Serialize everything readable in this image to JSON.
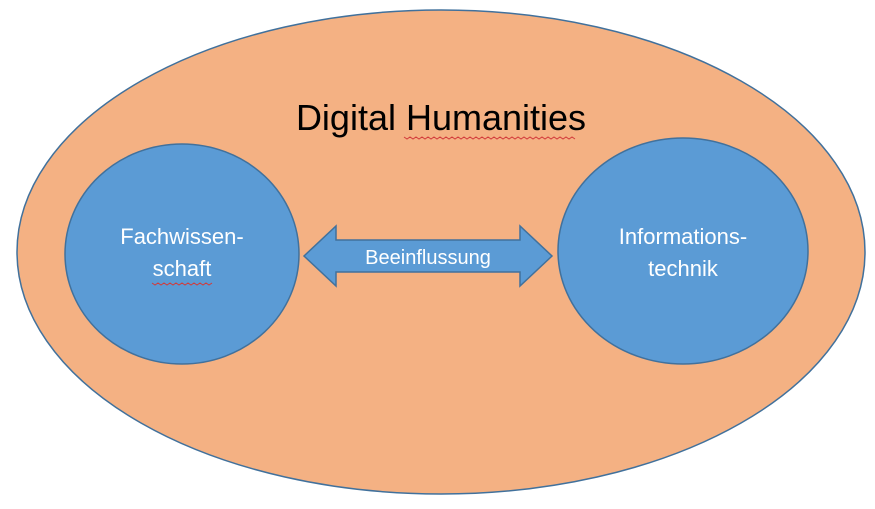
{
  "diagram": {
    "title": "Digital Humanities",
    "left_circle": {
      "line1": "Fachwissen-",
      "line2": "schaft"
    },
    "right_circle": {
      "line1": "Informations-",
      "line2": "technik"
    },
    "arrow_label": "Beeinflussung"
  },
  "colors": {
    "outer_fill": "#f4b183",
    "outer_stroke": "#41719c",
    "circle_fill": "#5b9bd5",
    "circle_stroke": "#41719c",
    "arrow_fill": "#5b9bd5",
    "text_dark": "#000000",
    "text_light": "#ffffff",
    "spellcheck_underline": "#d23a3a"
  },
  "icons": {
    "arrow": "double-headed-arrow"
  }
}
